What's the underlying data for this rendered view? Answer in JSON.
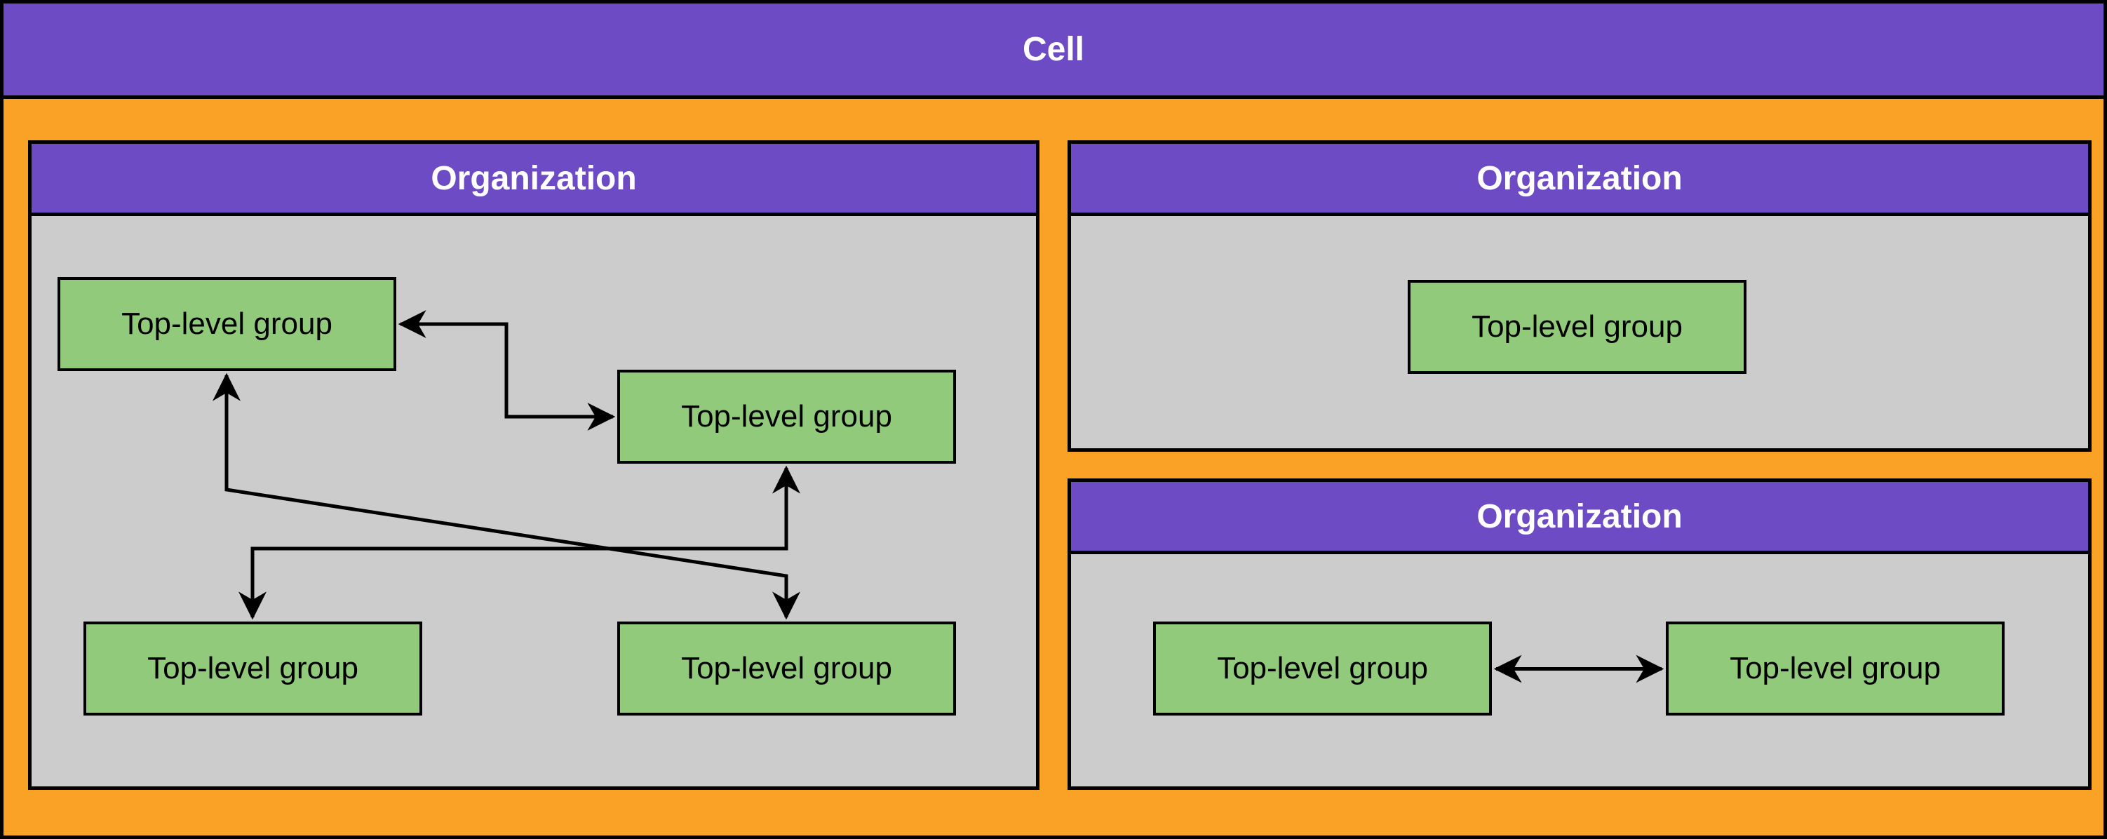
{
  "cell": {
    "label": "Cell"
  },
  "orgs": [
    {
      "label": "Organization",
      "groups": [
        "Top-level group",
        "Top-level group",
        "Top-level group",
        "Top-level group"
      ]
    },
    {
      "label": "Organization",
      "groups": [
        "Top-level group"
      ]
    },
    {
      "label": "Organization",
      "groups": [
        "Top-level group",
        "Top-level group"
      ]
    }
  ],
  "edges": [
    {
      "org": 0,
      "from": "group-1",
      "to": "group-2",
      "direction": "bidirectional",
      "shape": "elbow"
    },
    {
      "org": 0,
      "from": "group-1",
      "to": "group-4",
      "direction": "bidirectional",
      "shape": "elbow-diagonal"
    },
    {
      "org": 0,
      "from": "group-2",
      "to": "group-3",
      "direction": "bidirectional",
      "shape": "elbow"
    },
    {
      "org": 2,
      "from": "group-1",
      "to": "group-2",
      "direction": "bidirectional",
      "shape": "straight"
    }
  ],
  "colors": {
    "purple": "#6c4bc4",
    "orange": "#f9a226",
    "green": "#91ca7b",
    "gray": "#cccccc",
    "ink": "#000000",
    "header_text": "#ffffff"
  }
}
